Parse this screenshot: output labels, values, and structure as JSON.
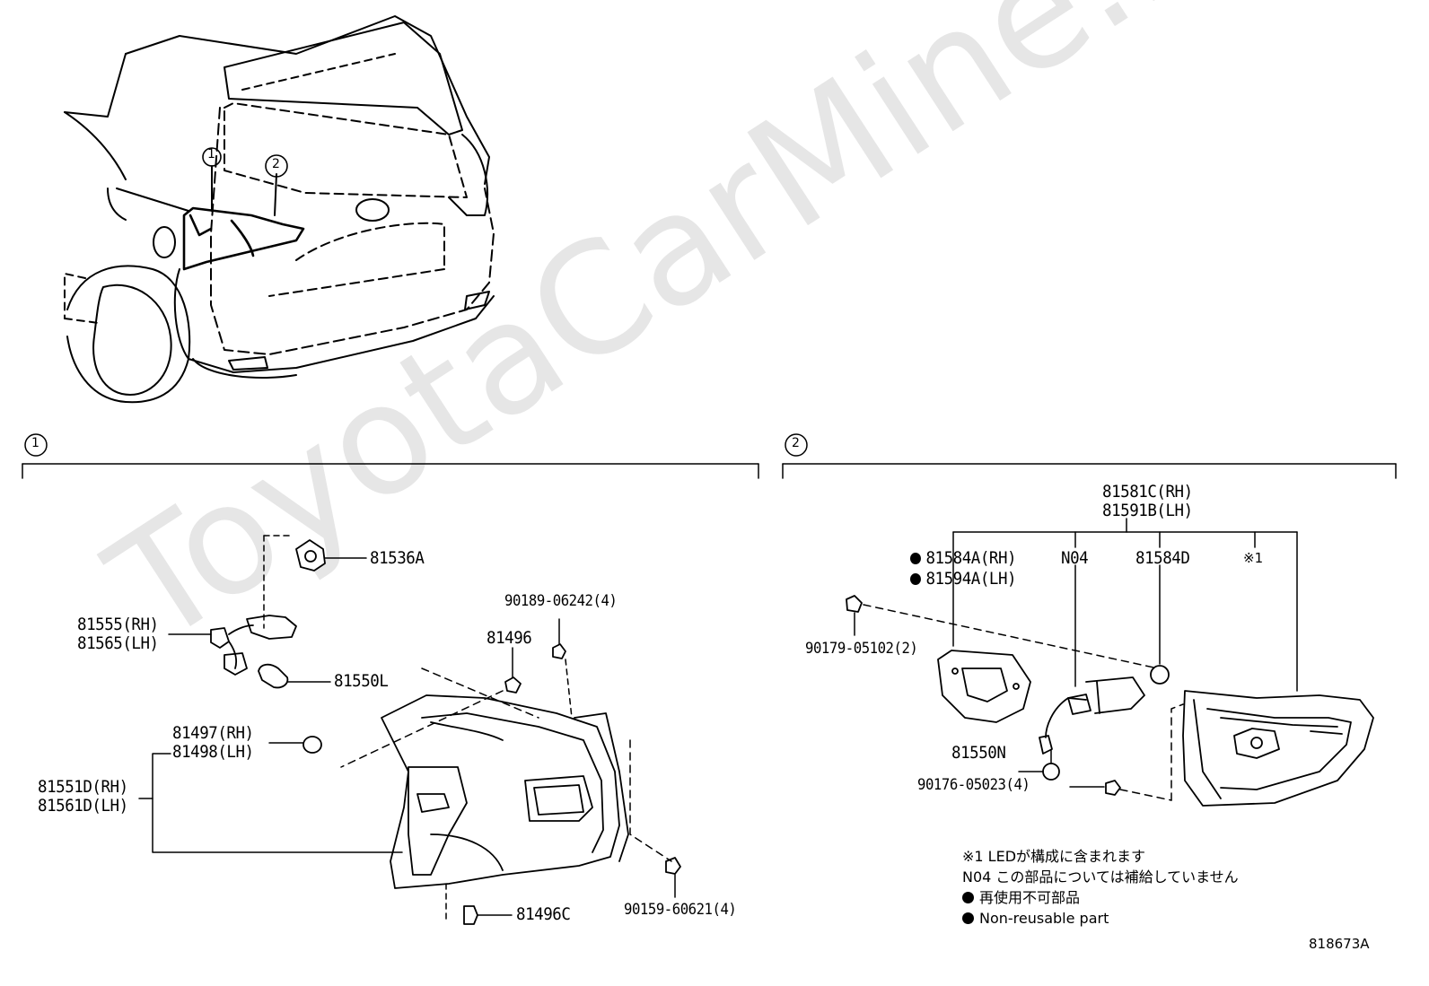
{
  "watermark": "ToyotaCarMine.ru",
  "callouts": {
    "one": "1",
    "two": "2"
  },
  "group1": {
    "p81536A": "81536A",
    "p81555": "81555(RH)",
    "p81565": "81565(LH)",
    "p81550L": "81550L",
    "p90189": "90189-06242(4)",
    "p81496": "81496",
    "p81497": "81497(RH)",
    "p81498": "81498(LH)",
    "p81551D": "81551D(RH)",
    "p81561D": "81561D(LH)",
    "p90159": "90159-60621(4)",
    "p81496C": "81496C"
  },
  "group2": {
    "p81581C": "81581C(RH)",
    "p81591B": "81591B(LH)",
    "p81584A": "81584A(RH)",
    "p81594A": "81594A(LH)",
    "n04": "N04",
    "p81584D": "81584D",
    "note1_mark": "※1",
    "p90179": "90179-05102(2)",
    "p81550N": "81550N",
    "p90176": "90176-05023(4)"
  },
  "legend": {
    "note1": "※1 LEDが構成に含まれます",
    "n04": "N04 この部品については補給していません",
    "nonreusable_jp": "再使用不可部品",
    "nonreusable_en": "Non-reusable part"
  },
  "diagram_code": "818673A"
}
